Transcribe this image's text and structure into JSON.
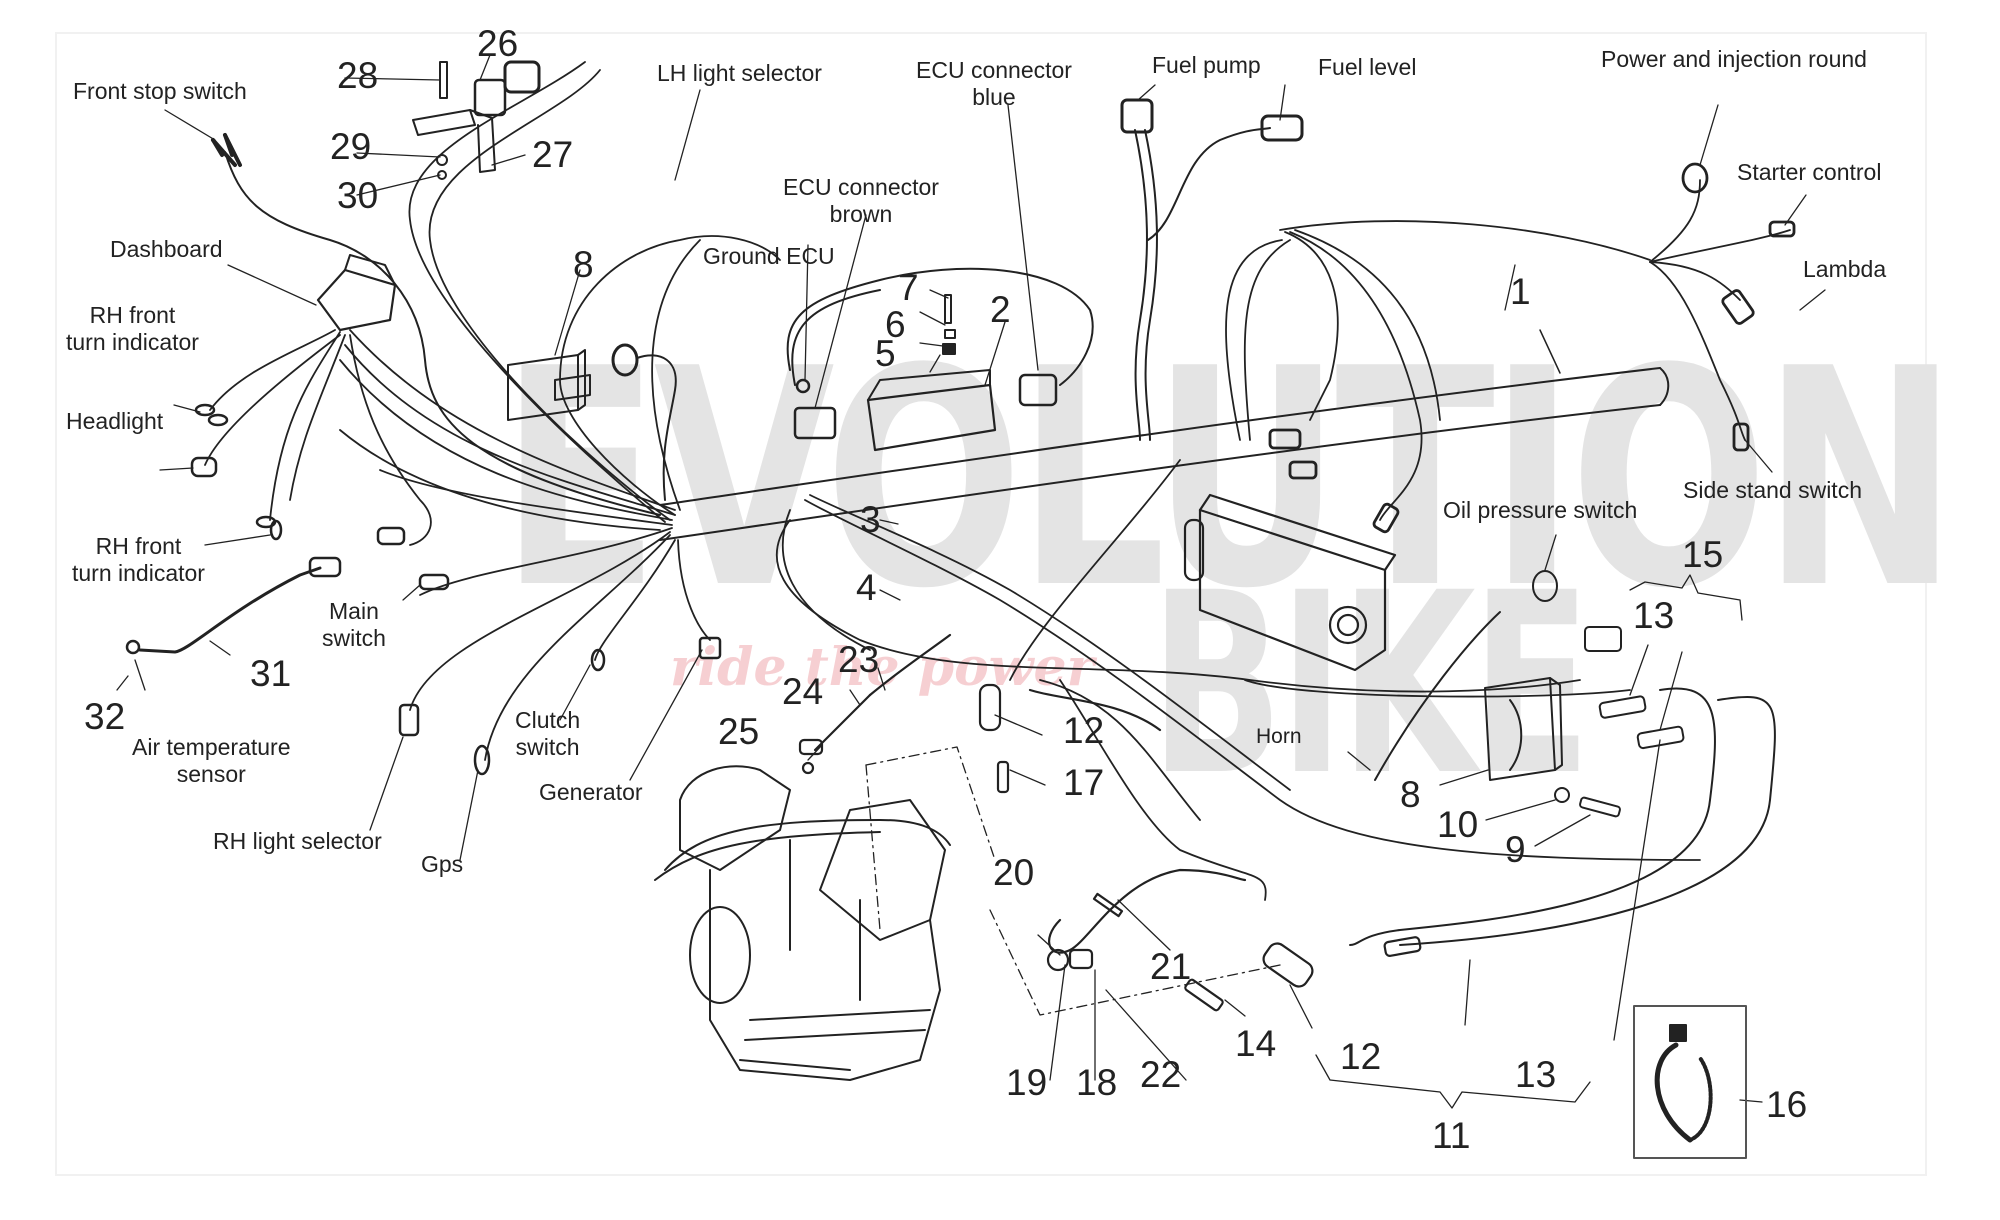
{
  "watermark": {
    "brand_line1": "EVOLUTION",
    "brand_line2": "BIKE",
    "tagline": "ride the power",
    "brand_color": "#e4e4e4",
    "tagline_color": "#f6cfd2"
  },
  "labels": {
    "front_stop_switch": "Front stop switch",
    "dashboard": "Dashboard",
    "rh_front_turn_indicator_1": [
      "RH front",
      "turn indicator"
    ],
    "headlight": "Headlight",
    "rh_front_turn_indicator_2": [
      "RH front",
      "turn indicator"
    ],
    "main_switch": [
      "Main",
      "switch"
    ],
    "air_temperature_sensor": [
      "Air temperature",
      "sensor"
    ],
    "rh_light_selector": "RH light selector",
    "gps": "Gps",
    "clutch_switch": [
      "Clutch",
      "switch"
    ],
    "generator": "Generator",
    "lh_light_selector": "LH light selector",
    "ground_ecu": "Ground ECU",
    "ecu_connector_brown": [
      "ECU connector",
      "brown"
    ],
    "ecu_connector_blue": [
      "ECU connector",
      "blue"
    ],
    "fuel_pump": "Fuel pump",
    "fuel_level": "Fuel level",
    "power_and_injection_round": "Power and injection round",
    "starter_control": "Starter control",
    "lambda": "Lambda",
    "side_stand_switch": "Side stand switch",
    "oil_pressure_switch": "Oil pressure switch",
    "horn": "Horn"
  },
  "part_numbers": {
    "p1": "1",
    "p2": "2",
    "p3": "3",
    "p4": "4",
    "p5": "5",
    "p6": "6",
    "p7": "7",
    "p8a": "8",
    "p8b": "8",
    "p9": "9",
    "p10": "10",
    "p11": "11",
    "p12a": "12",
    "p12b": "12",
    "p13a": "13",
    "p13b": "13",
    "p14": "14",
    "p15": "15",
    "p16": "16",
    "p17": "17",
    "p18": "18",
    "p19": "19",
    "p20": "20",
    "p21": "21",
    "p22": "22",
    "p23": "23",
    "p24": "24",
    "p25": "25",
    "p26": "26",
    "p27": "27",
    "p28": "28",
    "p29": "29",
    "p30": "30",
    "p31": "31",
    "p32": "32"
  }
}
